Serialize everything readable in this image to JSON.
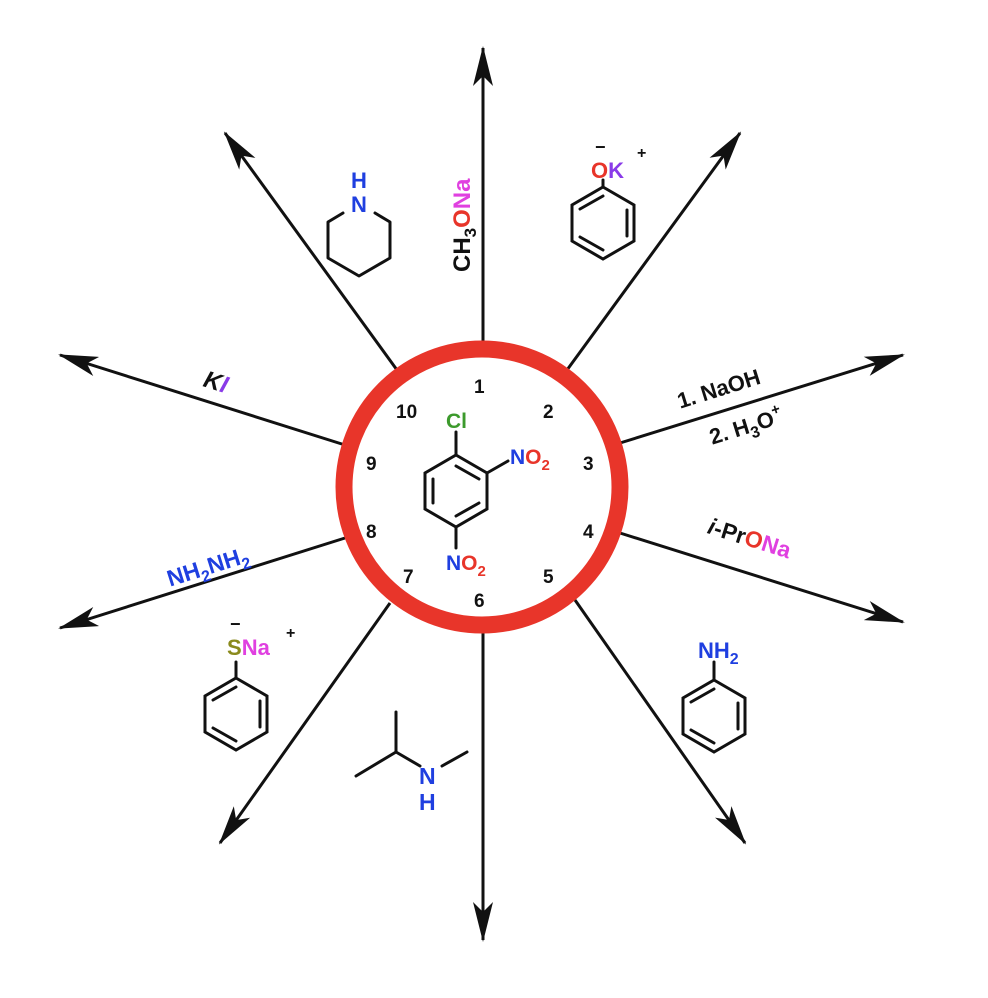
{
  "colors": {
    "ring": "#e8352a",
    "line": "#111111",
    "blue": "#1f3fe0",
    "red": "#e8352a",
    "green": "#3c9a2c",
    "magenta": "#e040e0",
    "purple": "#8a3be8",
    "olive": "#8a8a1c"
  },
  "center": {
    "cl": "Cl",
    "no2_top_n": "N",
    "no2_top_o": "O",
    "no2_top_sub": "2",
    "no2_bot_n": "N",
    "no2_bot_o": "O",
    "no2_bot_sub": "2"
  },
  "positions": [
    "1",
    "2",
    "3",
    "4",
    "5",
    "6",
    "7",
    "8",
    "9",
    "10"
  ],
  "reagents": {
    "r1": {
      "c": "CH",
      "sub": "3",
      "o": "O",
      "na": "Na"
    },
    "r2": {
      "minus": "−",
      "o": "O",
      "k": "K",
      "plus": "+"
    },
    "r3": {
      "line1": "1. NaOH",
      "line2_a": "2. H",
      "line2_sub": "3",
      "line2_o": "O",
      "line2_sup": "+"
    },
    "r4": {
      "prefix": "i",
      "dash_pr": "-Pr",
      "o": "O",
      "na": "Na"
    },
    "r5": {
      "nh": "NH",
      "sub": "2"
    },
    "r6": {
      "n": "N",
      "h": "H"
    },
    "r7": {
      "minus": "−",
      "s": "S",
      "na": "Na",
      "plus": "+"
    },
    "r8": {
      "nh_a": "NH",
      "sub_a": "2",
      "nh_b": "NH",
      "sub_b": "2"
    },
    "r9": {
      "k": "K",
      "i": "I"
    },
    "r10": {
      "h": "H",
      "n": "N"
    }
  }
}
